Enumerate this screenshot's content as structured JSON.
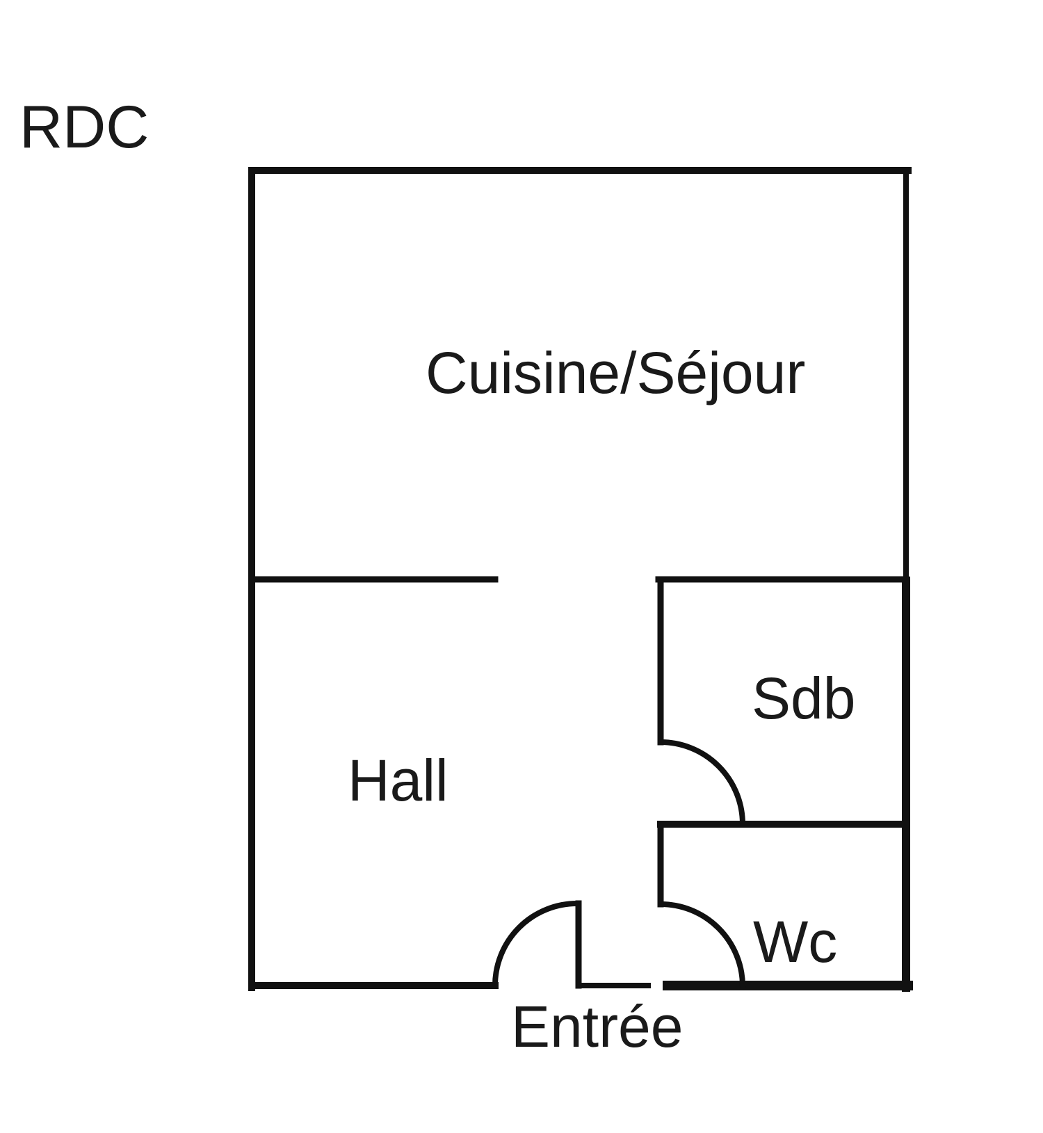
{
  "floor": {
    "label": "RDC"
  },
  "rooms": {
    "cuisine_sejour": "Cuisine/Séjour",
    "hall": "Hall",
    "sdb": "Sdb",
    "wc": "Wc",
    "entree": "Entrée"
  },
  "colors": {
    "wall": "#111111",
    "text": "#1a1a1a",
    "background": "#ffffff"
  }
}
